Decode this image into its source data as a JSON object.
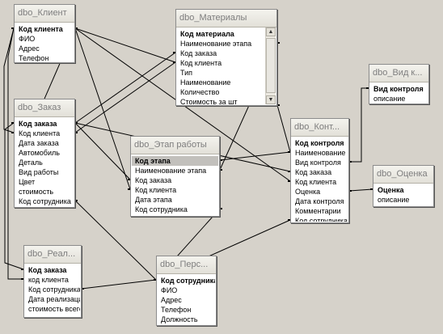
{
  "tables": [
    {
      "id": "klient",
      "title": "dbo_Клиент",
      "fields": [
        {
          "name": "Код клиента",
          "pk": true
        },
        {
          "name": "ФИО"
        },
        {
          "name": "Адрес"
        },
        {
          "name": "Телефон"
        }
      ]
    },
    {
      "id": "materialy",
      "title": "dbo_Материалы",
      "scrollable": true,
      "fields": [
        {
          "name": "Код материала",
          "pk": true
        },
        {
          "name": "Наименование этапа"
        },
        {
          "name": "Код заказа"
        },
        {
          "name": "Код клиента"
        },
        {
          "name": "Тип"
        },
        {
          "name": "Наименование"
        },
        {
          "name": "Количество"
        },
        {
          "name": "Стоимость за шт"
        }
      ]
    },
    {
      "id": "vid",
      "title": "dbo_Вид к...",
      "fields": [
        {
          "name": "Вид контроля",
          "pk": true
        },
        {
          "name": "описание"
        }
      ]
    },
    {
      "id": "zakaz",
      "title": "dbo_Заказ",
      "fields": [
        {
          "name": "Код заказа",
          "pk": true
        },
        {
          "name": "Код клиента"
        },
        {
          "name": "Дата заказа"
        },
        {
          "name": "Автомобиль"
        },
        {
          "name": "Деталь"
        },
        {
          "name": "Вид работы"
        },
        {
          "name": "Цвет"
        },
        {
          "name": "стоимость"
        },
        {
          "name": "Код сотрудника"
        }
      ]
    },
    {
      "id": "etap",
      "title": "dbo_Этап работы",
      "fields": [
        {
          "name": "Код этапа",
          "pk": true,
          "selected": true
        },
        {
          "name": "Наименование этапа"
        },
        {
          "name": "Код заказа"
        },
        {
          "name": "Код клиента"
        },
        {
          "name": "Дата этапа"
        },
        {
          "name": "Код сотрудника"
        }
      ]
    },
    {
      "id": "kontrol",
      "title": "dbo_Конт...",
      "fields": [
        {
          "name": "Код контроля",
          "pk": true
        },
        {
          "name": "Наименование э"
        },
        {
          "name": "Вид контроля"
        },
        {
          "name": "Код заказа"
        },
        {
          "name": "Код клиента"
        },
        {
          "name": "Оценка"
        },
        {
          "name": "Дата контроля"
        },
        {
          "name": "Комментарии"
        },
        {
          "name": "Код сотрудника"
        }
      ]
    },
    {
      "id": "ocenka",
      "title": "dbo_Оценка",
      "fields": [
        {
          "name": "Оценка",
          "pk": true
        },
        {
          "name": "описание"
        }
      ]
    },
    {
      "id": "realiz",
      "title": "dbo_Реал...",
      "fields": [
        {
          "name": "Код заказа",
          "pk": true
        },
        {
          "name": "код клиента"
        },
        {
          "name": "Код сотрудника"
        },
        {
          "name": "Дата реализаци"
        },
        {
          "name": "стоимость всего"
        }
      ]
    },
    {
      "id": "pers",
      "title": "dbo_Перс...",
      "fields": [
        {
          "name": "Код сотрудника",
          "pk": true
        },
        {
          "name": "ФИО"
        },
        {
          "name": "Адрес"
        },
        {
          "name": "Телефон"
        },
        {
          "name": "Должность"
        }
      ]
    }
  ]
}
